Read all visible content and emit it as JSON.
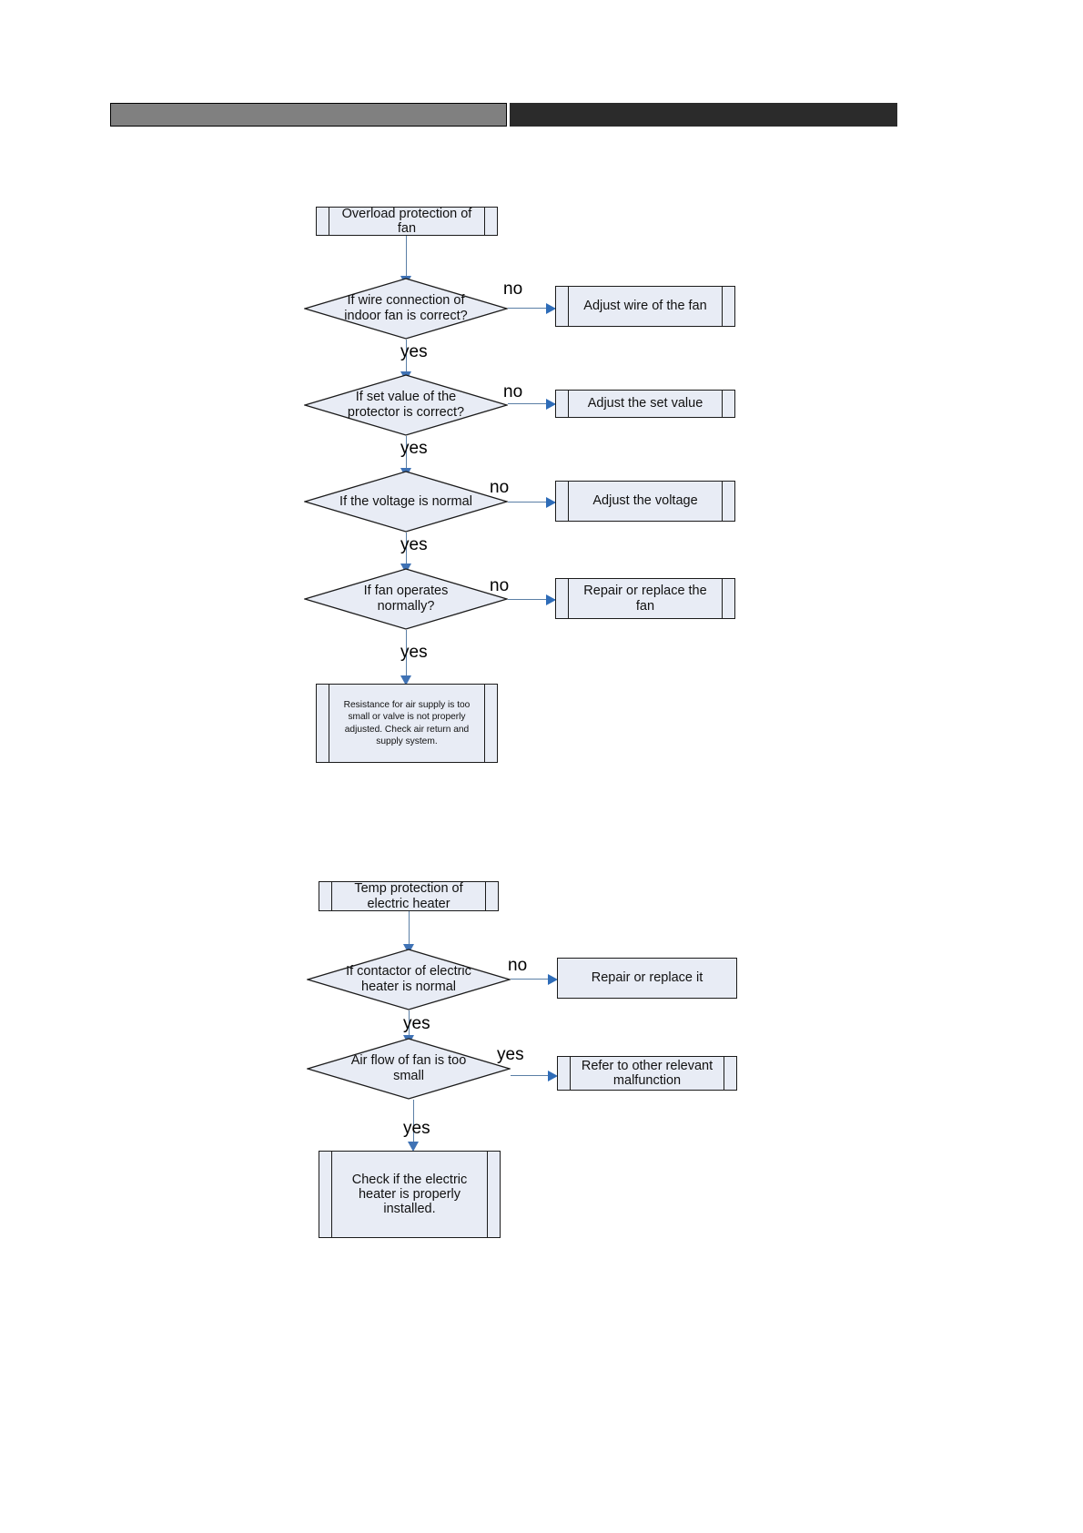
{
  "header": {
    "bar_left_color": "#808080",
    "bar_right_color": "#2b2b2b"
  },
  "theme": {
    "node_fill": "#e8ecf5",
    "node_stroke": "#1b1b1b",
    "connector": "#5b7fa6",
    "arrow": "#3f72b5"
  },
  "diagrams": [
    {
      "id": "fan-overload",
      "title": "Overload protection of fan",
      "nodes": {
        "start": "Overload protection of\nfan",
        "d1": "If wire connection of\nindoor fan is correct?",
        "d1_no_action": "Adjust wire of the fan",
        "d2": "If set value of the\nprotector is correct?",
        "d2_no_action": "Adjust the set value",
        "d3": "If the voltage is normal",
        "d3_no_action": "Adjust the voltage",
        "d4": "If fan operates\nnormally?",
        "d4_no_action": "Repair or replace the\nfan",
        "end": "Resistance for air supply is too\nsmall or valve is not properly\nadjusted. Check air return and\nsupply system."
      },
      "edges": {
        "no1": "no",
        "yes1": "yes",
        "no2": "no",
        "yes2": "yes",
        "no3": "no",
        "yes3": "yes",
        "no4": "no",
        "yes4": "yes"
      }
    },
    {
      "id": "heater-temp-protection",
      "title": "Temp protection of electric heater",
      "nodes": {
        "start": "Temp protection of\nelectric heater",
        "d1": "If contactor of electric\nheater is normal",
        "d1_no_action": "Repair or replace it",
        "d2": "Air flow of fan is too\nsmall",
        "d2_yes_action": "Refer to other relevant\nmalfunction",
        "end": "Check if the electric\nheater is properly\ninstalled."
      },
      "edges": {
        "no1": "no",
        "yes1": "yes",
        "yes2": "yes",
        "yes3": "yes"
      }
    }
  ]
}
